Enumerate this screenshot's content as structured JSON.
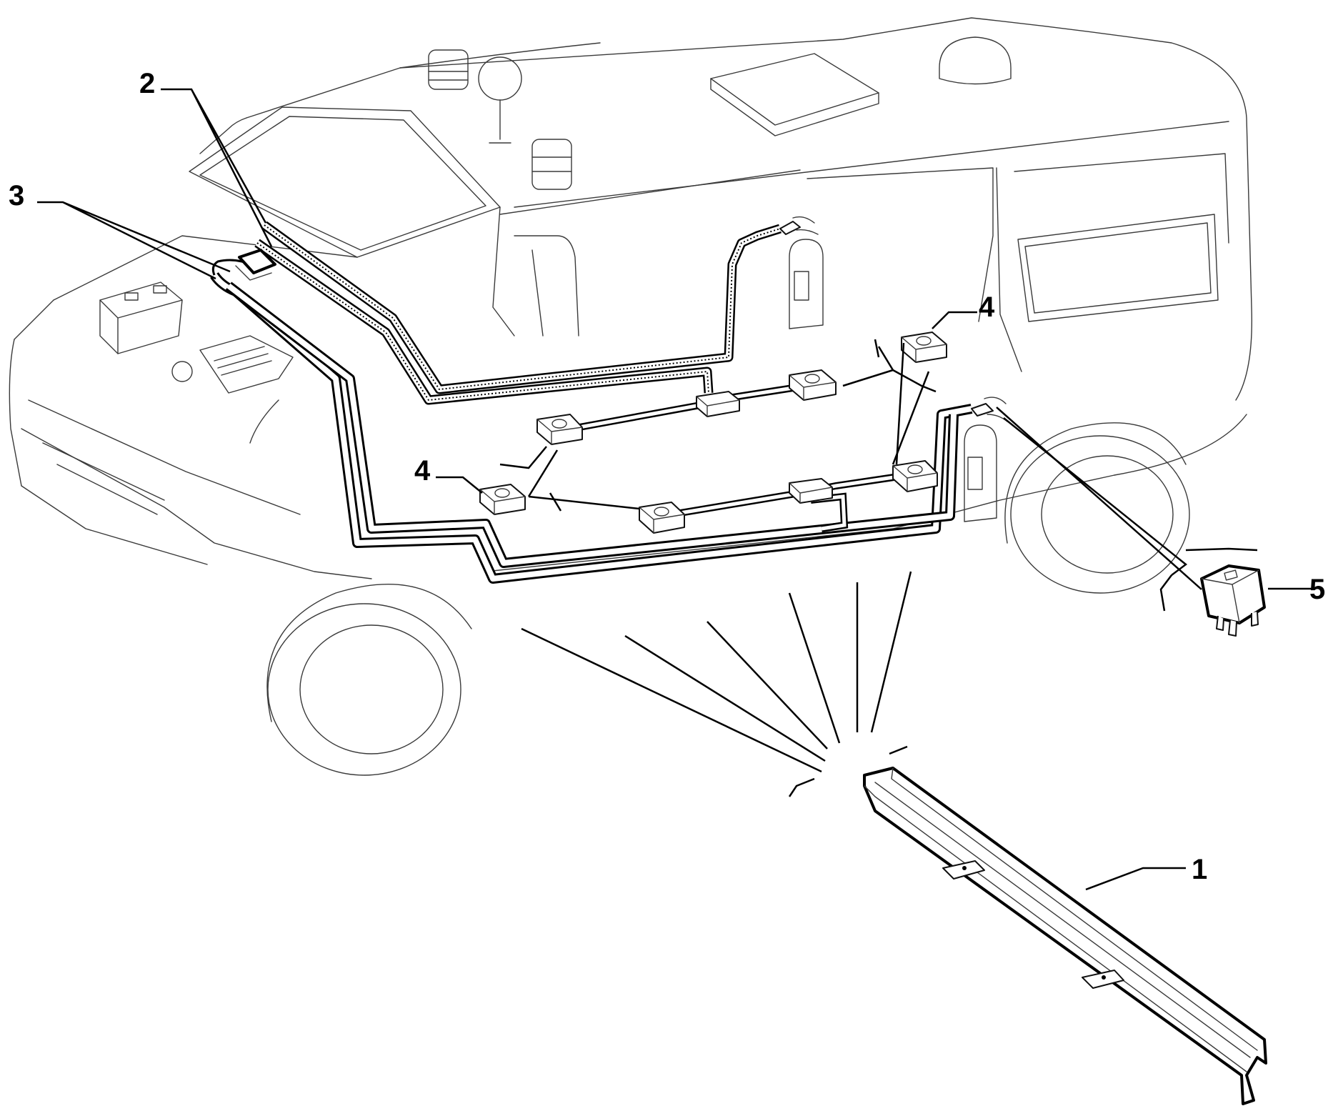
{
  "callouts": [
    {
      "id": "1",
      "label": "1",
      "part": "ladder-bar"
    },
    {
      "id": "2",
      "label": "2",
      "part": "harness-upper"
    },
    {
      "id": "3",
      "label": "3",
      "part": "harness-lower"
    },
    {
      "id": "4a",
      "label": "4",
      "part": "mounting-block-right"
    },
    {
      "id": "4b",
      "label": "4",
      "part": "mounting-block-left"
    },
    {
      "id": "5",
      "label": "5",
      "part": "relay"
    }
  ],
  "colors": {
    "line": "#000000",
    "background": "#ffffff"
  }
}
